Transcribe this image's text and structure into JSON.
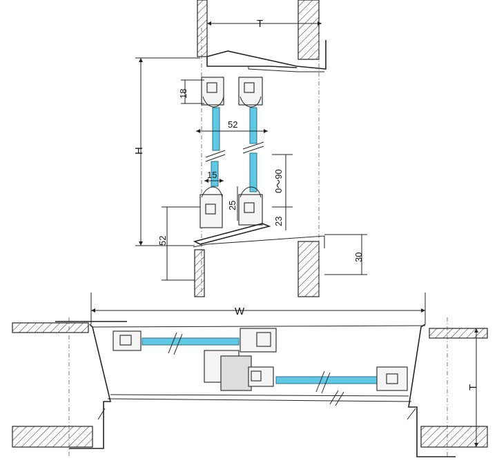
{
  "labels": {
    "T_top": "T",
    "H": "H",
    "dim_18": "18",
    "dim_52_mid": "52",
    "dim_15": "15",
    "dim_25": "25",
    "dim_0_90": "0～90",
    "dim_23": "23",
    "dim_52_left": "52",
    "dim_30": "30",
    "W": "W",
    "T_right": "T"
  },
  "colors": {
    "glass": "#5fc8e4",
    "line": "#222222"
  }
}
